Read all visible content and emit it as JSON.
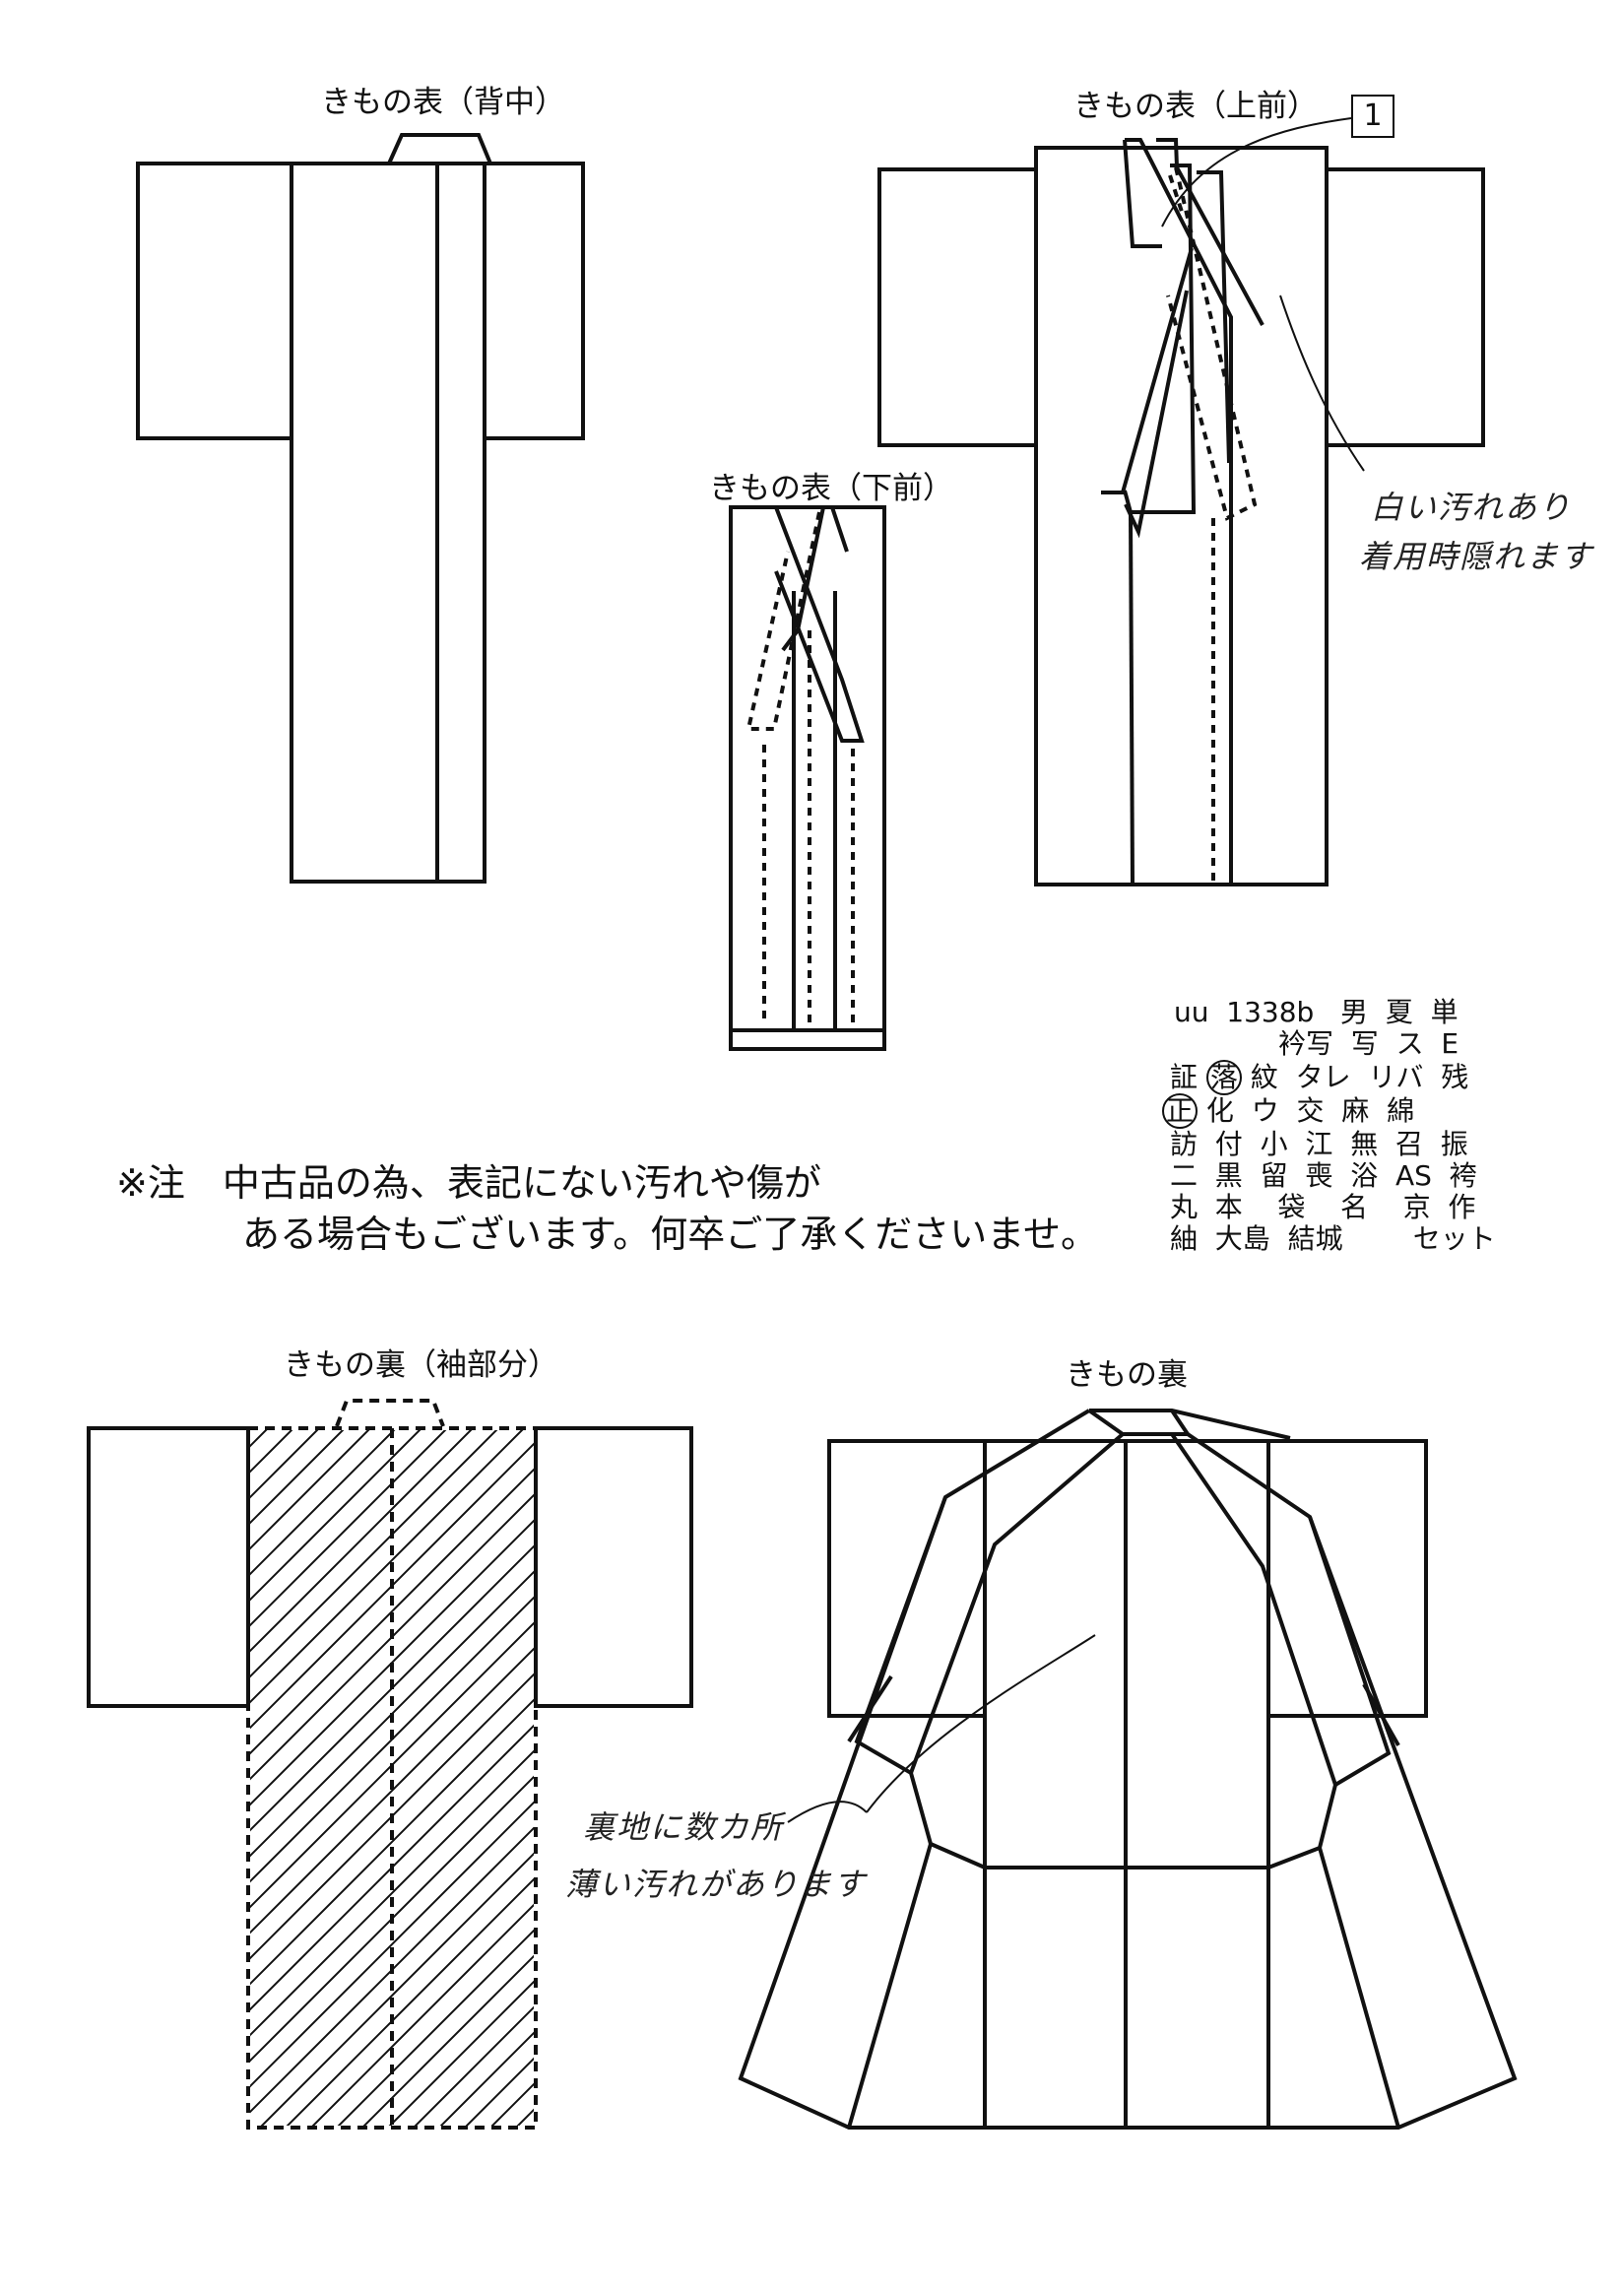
{
  "labels": {
    "back": "きもの表（背中）",
    "front_upper": "きもの表（上前）",
    "front_lower": "きもの表（下前）",
    "lining_sleeve": "きもの裏（袖部分）",
    "lining": "きもの裏"
  },
  "page_number": "1",
  "annotations": {
    "front_stain_line1": "白い汚れあり",
    "front_stain_line2": "着用時隠れます",
    "lining_stain_line1": "裏地に数カ所",
    "lining_stain_line2": "薄い汚れがあります"
  },
  "notice": {
    "line1": "※注　中古品の為、表記にない汚れや傷が",
    "line2": "ある場合もございます。何卒ご了承くださいませ。"
  },
  "code": {
    "row1": "uu  1338b   男  夏  単",
    "row2": "衿写  写  ス  E",
    "row3_pre": "証",
    "row3_circled": "落",
    "row3_post": " 紋  タレ  リバ  残",
    "row4_circled": "正",
    "row4_post": " 化  ウ  交  麻  綿",
    "row5": "訪  付  小  江  無  召  振",
    "row6": "二  黒  留  喪  浴  AS  袴",
    "row7": "丸  本    袋    名    京  作",
    "row8": "紬  大島  結城        セット"
  }
}
